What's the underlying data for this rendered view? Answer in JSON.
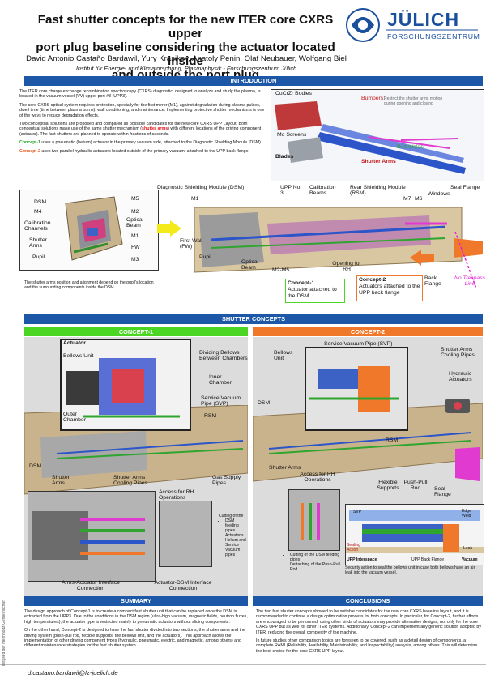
{
  "header": {
    "title_line1": "Fast shutter concepts for the new ITER core CXRS upper",
    "title_line2": "port plug baseline considering the actuator located inside",
    "title_line3": "and outside the port plug",
    "authors": "David Antonio Castaño Bardawil, Yury Krasikov, Anatoly Penin, Olaf Neubauer, Wolfgang Biel",
    "institute": "Institut für Energie- und Klimaforschung, Plasmaphysik - Forschungszentrum Jülich",
    "logo_word": "JÜLICH",
    "logo_sub": "FORSCHUNGSZENTRUM"
  },
  "sections": {
    "introduction": "INTRODUCTION",
    "shutter_concepts": "SHUTTER CONCEPTS",
    "concept1": "CONCEPT-1",
    "concept2": "CONCEPT-2",
    "summary": "SUMMARY",
    "conclusions": "CONCLUSIONS"
  },
  "intro": {
    "p1": "The ITER core charge exchange recombination spectroscopy (CXRS) diagnostic, designed to analyze and study the  plasma, is located in the vacuum vessel (VV) upper port #3 (UPP3).",
    "p2": "The core CXRS optical system  requires protection, specially for the first mirror (M1), against degradation during plasma pulses, dwell time (time between plasma burns), wall conditioning, and maintenance. Implementing protective shutter mechanisms is one of the ways to reduce degradation effects.",
    "p3a": "Two conceptual solutions are proposed and compared as possible candidates for the new core CXRS UPP Layout. Both conceptual solutions make use of the same shutter mechanism (",
    "p3_hl": "shutter arms",
    "p3b": ") with different locations of the driving component (actuator). The fast shutters are planned to operate within fractions of seconds.",
    "c1_name": "Concept-1",
    "c1_text": " uses a pneumatic (helium) actuator in the primary vacuum side, attached to the Diagnostic Shielding Module (DSM).",
    "c2_name": "Concept-2",
    "c2_text": " uses two parallel hydraulic actuators located outside of the primary vacuum, attached to the UPP back flange.",
    "figure_caption": "The shutter arms position and alignment depend on the pupil's location and the surrounding components inside the DSM."
  },
  "intro_labels": {
    "left": [
      "DSM",
      "M4",
      "Calibration Channels",
      "Shutter Arms",
      "Pupil"
    ],
    "right": [
      "M5",
      "M2",
      "Optical Beam",
      "M1",
      "FW",
      "M3"
    ],
    "cucrzr": "CuCrZr Bodies",
    "bumpers": "Bumpers:",
    "bumpers_desc": "Restrict the shutter arms motion during opening and closing",
    "mo_screens": "Mo Screens",
    "blades": "Blades",
    "butt_welds": "Butt Welds",
    "shutter_arms": "Shutter Arms"
  },
  "port_labels": {
    "dsm": "Diagnostic Shielding Module (DSM)",
    "m1": "M1",
    "upp3": "UPP No. 3",
    "calib": "Calibration Beams",
    "rsm": "Rear Shielding Module (RSM)",
    "m7": "M7",
    "m6": "M6",
    "windows": "Windows",
    "seal_flange": "Seal Flange",
    "first_wall": "First Wall (FW)",
    "pupil": "Pupil",
    "optical_beam": "Optical Beam",
    "m2m5": "M2-M5",
    "opening": "Opening for RH",
    "back_flange": "Back Flange",
    "no_trespass": "No Trespass Line",
    "concept1_title": "Concept-1",
    "concept1_desc": "Actuator attached to the DSM",
    "concept2_title": "Concept-2",
    "concept2_desc": "Actuators attached to the UPP back flange"
  },
  "concept1": {
    "actuator": "Actuator",
    "bellows_unit": "Bellows Unit",
    "dividing_bellows": "Dividing Bellows Between Chambers",
    "inner_chamber": "Inner Chamber",
    "svp": "Service Vacuum Pipe (SVP)",
    "outer_chamber": "Outer Chamber",
    "rsm": "RSM",
    "dsm": "DSM",
    "shutter_arms": "Shutter Arms",
    "cooling": "Shutter Arms Cooling Pipes",
    "gas": "Gas Supply Pipes",
    "access": "Access for RH Operations",
    "cutting_title": "Cutting of the",
    "cutting_items": [
      "DSM feeding pipes",
      "Actuator's Helium and Service Vacuum pipes"
    ],
    "arms_if": "Arms-Actuator Interface Connection",
    "dsm_if": "Actuator-DSM Interface Connection"
  },
  "concept2": {
    "svp": "Service Vacuum Pipe (SVP)",
    "bellows_unit": "Bellows Unit",
    "cooling": "Shutter Arms Cooling Pipes",
    "hydraulic": "Hydraulic Actuators",
    "dsm": "DSM",
    "rsm": "RSM",
    "shutter_arms": "Shutter Arms",
    "access": "Access for RH Operations",
    "flexible": "Flexible Supports",
    "push_pull": "Push-Pull Rod",
    "seal_flange": "Seal Flange",
    "cutting_items": [
      "Cutting of the DSM feeding pipes",
      "Dettaching of the Push-Pull Rod"
    ],
    "svp_short": "SVP",
    "edge_weld": "Edge Weld",
    "sealing_action": "Sealing Action",
    "leak": "Leak",
    "upp_interspace": "UPP Interspace",
    "upp_back_flange": "UPP Back Flange",
    "vacuum": "Vacuum",
    "security_caption": "Security action to seal the bellows unit in case both bellows have an air leak into the vacuum vessel."
  },
  "summary": {
    "p1": "The design approach of Concept-1 is to create a compact fast shutter unit that can be replaced once the DSM is extracted from the UPP3. Due to the conditions in the DSM region (ultra-high vacuum, magnetic fields, neutron fluxes, high temperatures), the actuator type is restricted mainly to pneumatic actuators without sliding components.",
    "p2": "On the other hand, Concept-2 is designed to have the fast shutter divided into two sections, the shutter arms and the driving system (push-pull rod, flexible supports, the bellows unit, and the actuators). This approach allows the implementation of other driving component types (hydraulic, pneumatic, electric, and magnetic, among others) and different maintenance strategies for the fast shutter system."
  },
  "conclusions": {
    "p1": "The two fast shutter concepts showed to be suitable candidates for the new core CXRS baseline layout, and it is recommended to continue a design optimization process for both concepts. In particular, for Concept-2, further efforts are encouraged to be performed; using other kinds of actuators may provide alternative designs, not only for the core CXRS UPP but as well for other ITER systems. Additionally, Concept-2 can implement any generic solution adopted by ITER, reducing the overall complexity of the machine.",
    "p2": "In future studies other comparison topics are foreseen to be covered, such as a detail design of components, a complete RAMI (Reliability, Availability, Maintainability, and Inspectability) analysis, among others. This will determine the best choice for the core CXRS UPP layout."
  },
  "footer": {
    "email": "d.castano.bardawil@fz-juelich.de",
    "sidebar": "Mitglied der Helmholtz-Gemeinschaft"
  },
  "colors": {
    "section_blue": "#1c57a8",
    "concept1_green": "#4bd624",
    "concept2_orange": "#f0782a",
    "magenta": "#e61ed6"
  }
}
